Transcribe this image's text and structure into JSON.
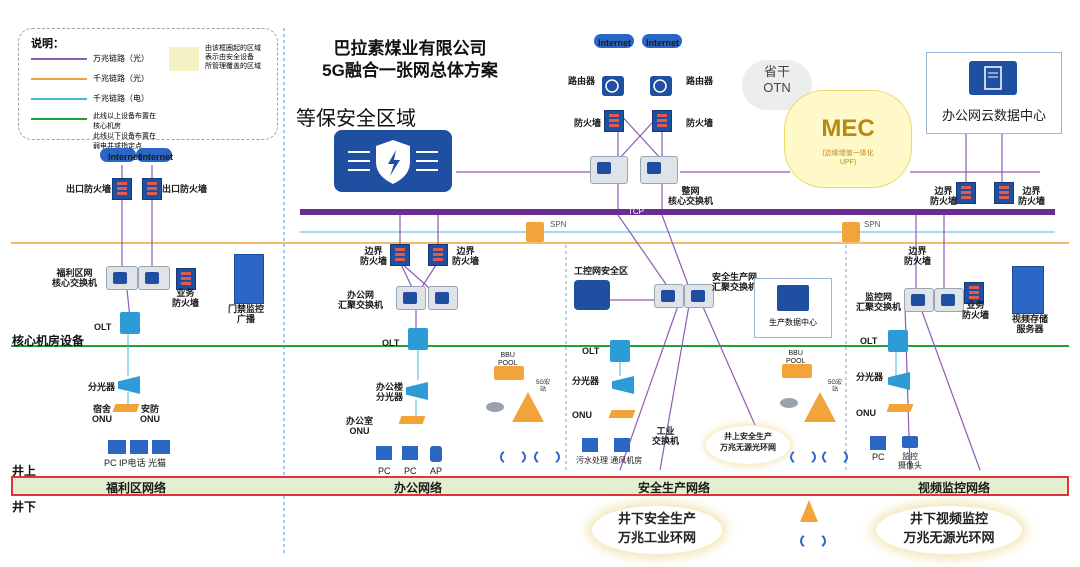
{
  "title": {
    "line1": "巴拉素煤业有限公司",
    "line2": "5G融合一张网总体方案"
  },
  "legend": {
    "header": "说明：",
    "items": [
      {
        "text": "万兆链路（光）",
        "color": "#8e5bb5"
      },
      {
        "text": "千兆链路（光）",
        "color": "#f2a33a"
      },
      {
        "text": "千兆链路（电）",
        "color": "#45b7e0"
      },
      {
        "text": "此线以上设备布置在核心机房\n此线以下设备布置在弱电井或指定点",
        "color": "#1fa33a"
      }
    ],
    "area_text": "由该框圈起的区域\n表示由安全设备\n所管理覆盖的区域"
  },
  "zones": {
    "security_zone": "等保安全区域",
    "otn": "省干\nOTN",
    "mec": "MEC",
    "mec_sub": "(边缘增值一体化\nUPF)",
    "office_cloud": "办公网云数据中心",
    "core_room": "核心机房设备",
    "production_dc": "生产数据中心",
    "industrial_safety": "工控网安全区"
  },
  "labels": {
    "internet": "Internet",
    "router": "路由器",
    "firewall": "防火墙",
    "core_switch": "整网\n核心交换机",
    "tdm": "TCP",
    "spn": "SPN",
    "exit_fw": "出口防火墙",
    "border_fw": "边界\n防火墙",
    "welfare_core": "福利区网\n核心交换机",
    "biz_fw": "业务\n防火墙",
    "access_ctrl": "门禁监控\n广播",
    "office_agg": "办公网\n汇聚交换机",
    "safety_agg": "安全生产网\n汇聚交换机",
    "monitor_agg": "监控网\n汇聚交换机",
    "video_storage": "视频存储\n服务器",
    "olt": "OLT",
    "splitter": "分光器",
    "office_splitter": "办公楼\n分光器",
    "dorm_onu": "宿舍\nONU",
    "security_onu": "安防\nONU",
    "office_onu": "办公室\nONU",
    "onu": "ONU",
    "terminal_row": "PC IP电话 光猫",
    "pc": "PC",
    "ap": "AP",
    "bbu": "BBU\nPOOL",
    "bs_5g": "5G宏\n站",
    "industrial_sw": "工业\n交换机",
    "sewage": "污水处理 通风机房",
    "ring_up": "井上安全生产\n万兆无源光环网",
    "camera": "监控\n摄像头"
  },
  "ground": {
    "above": "井上",
    "below": "井下"
  },
  "networks": [
    "福利区网络",
    "办公网络",
    "安全生产网络",
    "视频监控网络"
  ],
  "underground": {
    "safety_ring": "井下安全生产\n万兆工业环网",
    "video_ring": "井下视频监控\n万兆无源光环网"
  }
}
